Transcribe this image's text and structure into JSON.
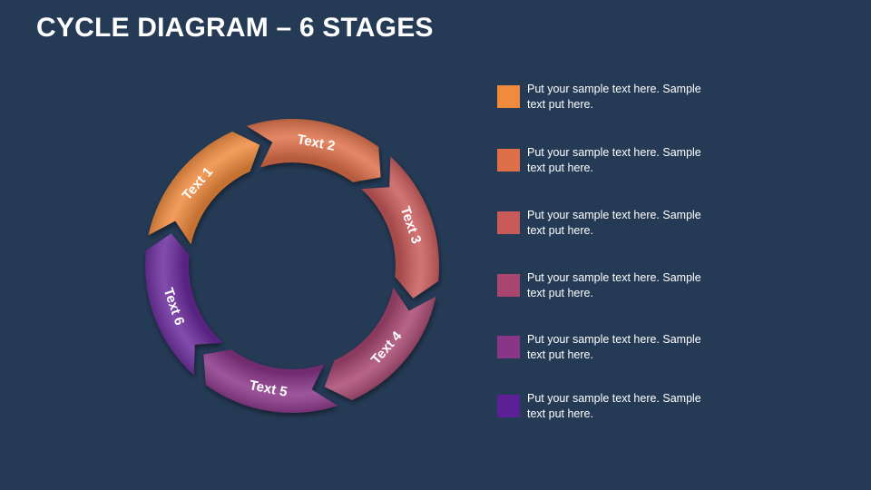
{
  "title": "CYCLE DIAGRAM – 6 STAGES",
  "colors": {
    "background": "#253a55",
    "stage1": "#f08a3c",
    "stage2": "#de6f48",
    "stage3": "#c95a5a",
    "stage4": "#a84670",
    "stage5": "#8a3688",
    "stage6": "#6a2c9c"
  },
  "stages": [
    {
      "label": "Text  1",
      "color": "#f08a3c"
    },
    {
      "label": "Text 2",
      "color": "#de6f48"
    },
    {
      "label": "Text 3",
      "color": "#c95a5a"
    },
    {
      "label": "Text 4",
      "color": "#a84670"
    },
    {
      "label": "Text 5",
      "color": "#8a3688"
    },
    {
      "label": "Text 6",
      "color": "#6a2c9c"
    }
  ],
  "legend": [
    {
      "line1": "Put your sample text here. Sample",
      "line2": "text put here.",
      "color": "#f08a3c"
    },
    {
      "line1": "Put your sample text here. Sample",
      "line2": "text put here.",
      "color": "#de6f48"
    },
    {
      "line1": "Put your sample text here. Sample",
      "line2": "text put here.",
      "color": "#c95a5a"
    },
    {
      "line1": "Put your sample text here. Sample",
      "line2": "text put here.",
      "color": "#a84670"
    },
    {
      "line1": "Put your sample text here. Sample",
      "line2": "text put here.",
      "color": "#8a3688"
    },
    {
      "line1": "Put your sample text here. Sample",
      "line2": "text put here.",
      "color": "#5c1f96"
    }
  ]
}
